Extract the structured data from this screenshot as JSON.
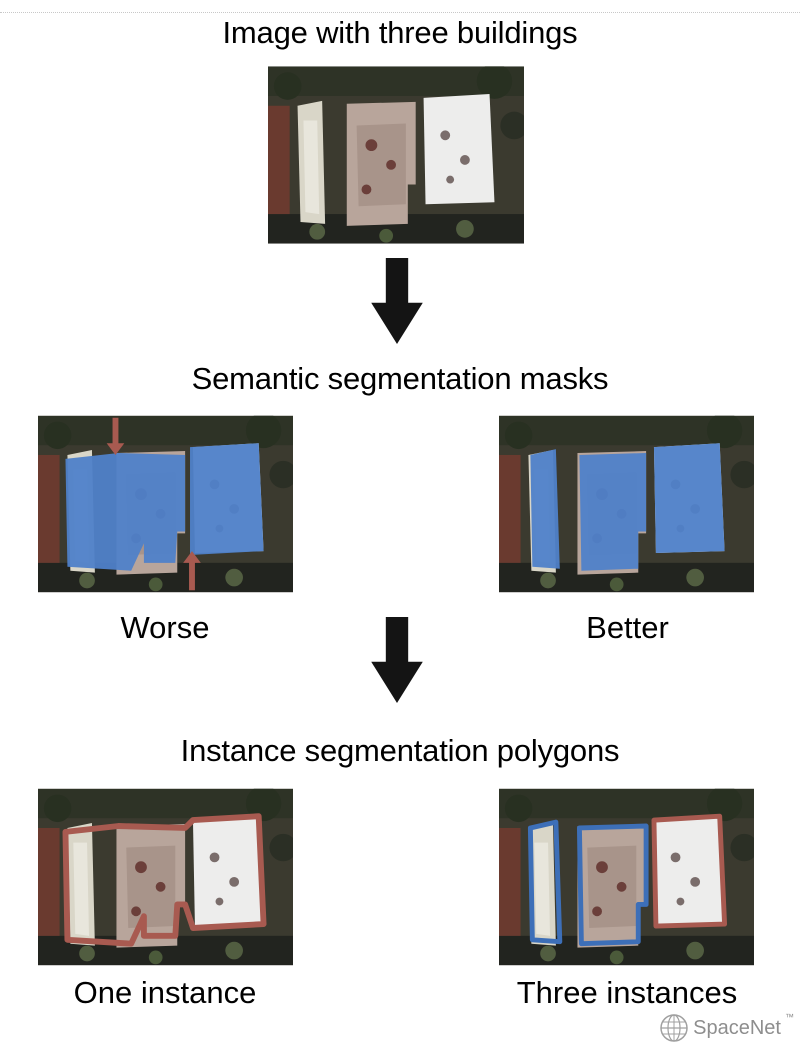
{
  "titles": {
    "top": "Image with three buildings",
    "semantic": "Semantic segmentation masks",
    "instance": "Instance segmentation polygons"
  },
  "captions": {
    "worse": "Worse",
    "better": "Better",
    "one_instance": "One instance",
    "three_instances": "Three instances"
  },
  "logo": {
    "text": "SpaceNet",
    "trademark": "™"
  },
  "colors": {
    "mask_blue": "#4f81c9",
    "outline_brown": "#a85a50",
    "outline_blue": "#3d6fb8",
    "arrow": "#141414"
  },
  "icons": [
    "down-arrow-icon",
    "spacenet-globe-icon"
  ]
}
